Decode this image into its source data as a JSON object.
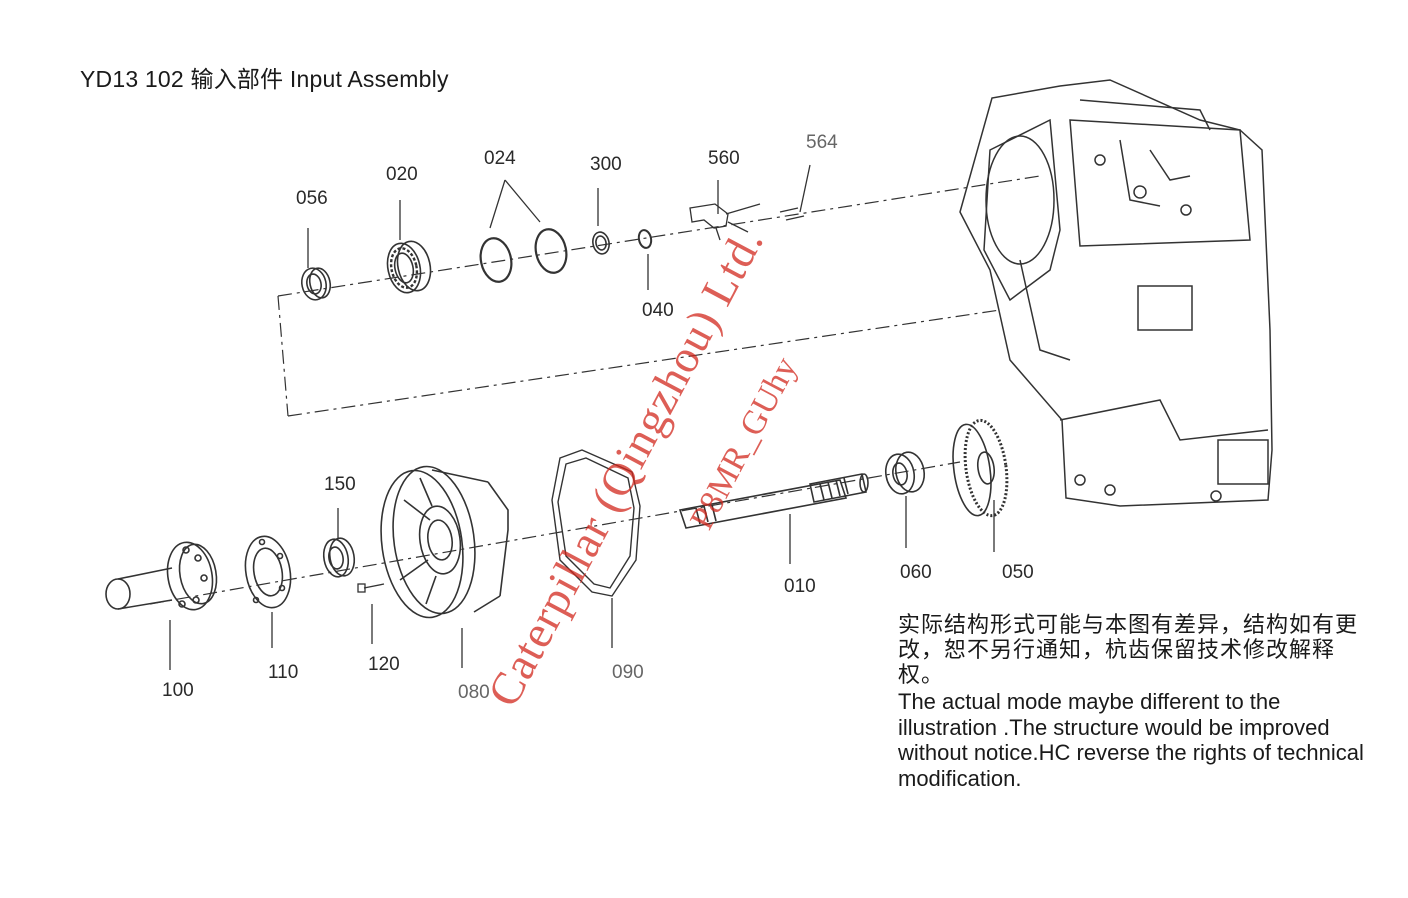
{
  "title": "YD13 102 输入部件 Input Assembly",
  "callouts": {
    "p056": "056",
    "p020": "020",
    "p024": "024",
    "p300": "300",
    "p560": "560",
    "p564": "564",
    "p040": "040",
    "p150": "150",
    "p100": "100",
    "p110": "110",
    "p120": "120",
    "p080": "080",
    "p090": "090",
    "p010": "010",
    "p060": "060",
    "p050": "050"
  },
  "note": {
    "chinese": "实际结构形式可能与本图有差异，结构如有更改，恕不另行通知，杭齿保留技术修改解释权。",
    "english": "The actual mode maybe different to the illustration .The structure would be improved without notice.HC reverse the rights of technical modification."
  },
  "watermark": {
    "line1": "Caterpillar (Qingzhou) Ltd.",
    "line2": "P8MR_GUhy"
  },
  "colors": {
    "line": "#333333",
    "watermark": "#d2281e"
  }
}
